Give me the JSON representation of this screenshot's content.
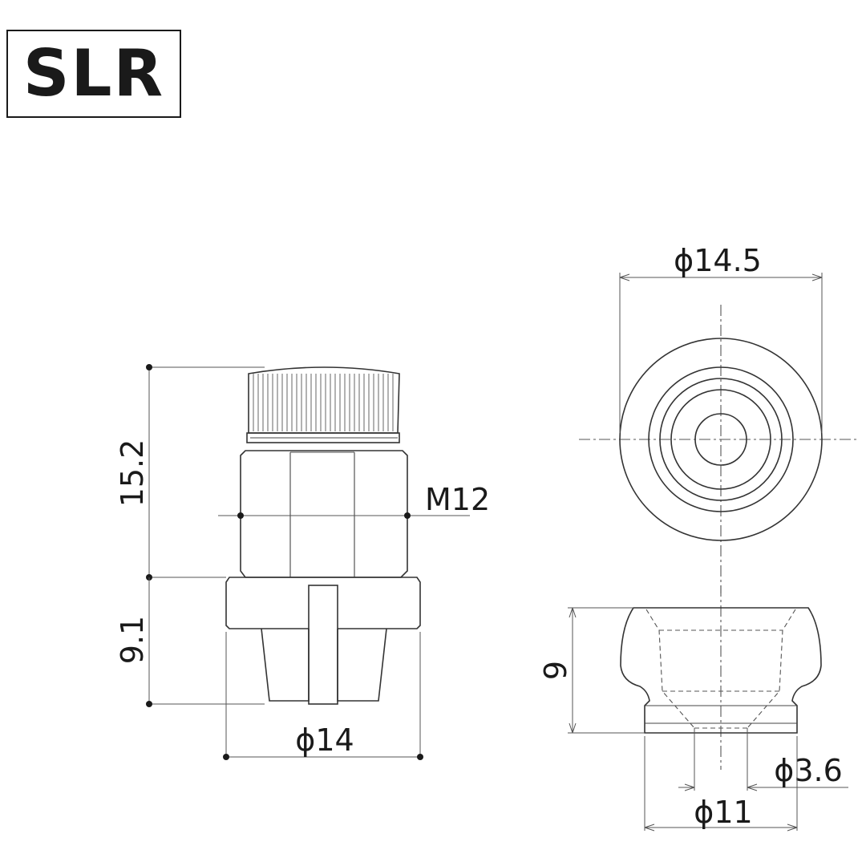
{
  "title": "SLR",
  "dimensions": {
    "side_total_height": "15.2",
    "side_base_height": "9.1",
    "thread": "M12",
    "side_diameter": "ϕ14",
    "top_diameter": "ϕ14.5",
    "front_height": "9",
    "hole_diameter": "ϕ3.6",
    "bottom_diameter": "ϕ11"
  }
}
